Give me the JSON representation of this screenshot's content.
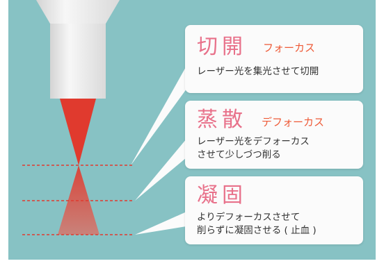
{
  "cards": [
    {
      "title": "切開",
      "subtitle": "フォーカス",
      "lines": [
        "レーザー光を集光させて切開"
      ]
    },
    {
      "title": "蒸散",
      "subtitle": "デフォーカス",
      "lines": [
        "レーザー光をデフォーカス",
        "させて少しづつ削る"
      ]
    },
    {
      "title": "凝固",
      "subtitle": "",
      "lines": [
        "よりデフォーカスさせて",
        "削らずに凝固させる ( 止血 )"
      ]
    }
  ],
  "colors": {
    "background": "#87c2c4",
    "card": "#fbfbfb",
    "title": "#e8718a",
    "subtitle": "#ee5a37",
    "beam": "#e03a2e",
    "dashed_line": "#e03a2e",
    "handpiece": "#eeeeee"
  },
  "icons": [
    "laser-handpiece-icon",
    "laser-beam-icon"
  ]
}
